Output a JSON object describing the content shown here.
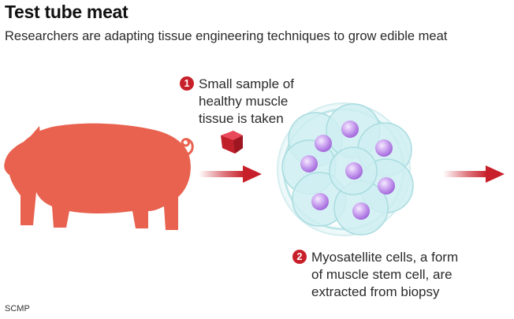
{
  "title": "Test tube meat",
  "subtitle": "Researchers are adapting tissue engineering techniques to grow edible meat",
  "steps": [
    {
      "number": "1",
      "lines": [
        "Small sample of",
        "healthy muscle",
        "tissue is taken"
      ]
    },
    {
      "number": "2",
      "lines": [
        "Myosatellite cells, a form",
        "of muscle stem cell, are",
        "extracted from biopsy"
      ]
    }
  ],
  "source": "SCMP",
  "colors": {
    "pig": "#e8624f",
    "accent_red": "#c8202a",
    "cell_fill": "#cfeff1",
    "cell_stroke": "#a9dce0",
    "nucleus": "#b57be6"
  }
}
